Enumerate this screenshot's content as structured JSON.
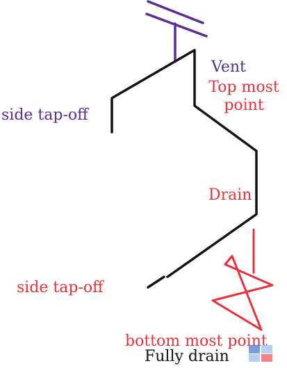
{
  "colors": {
    "pipe": "#111111",
    "vent": "#5b2d91",
    "label_purple": "#5b2d91",
    "label_red": "#e8303a",
    "valve": "#e8303a"
  },
  "labels": {
    "vent": "Vent",
    "top_most_point": "Top most\npoint",
    "side_tap_off_upper": "side tap-off",
    "drain": "Drain",
    "side_tap_off_lower": "side tap-off",
    "bottom_most_point": "bottom most point",
    "fully_drain": "Fully drain"
  },
  "icons": {
    "watermark": "logo-watermark-icon"
  }
}
